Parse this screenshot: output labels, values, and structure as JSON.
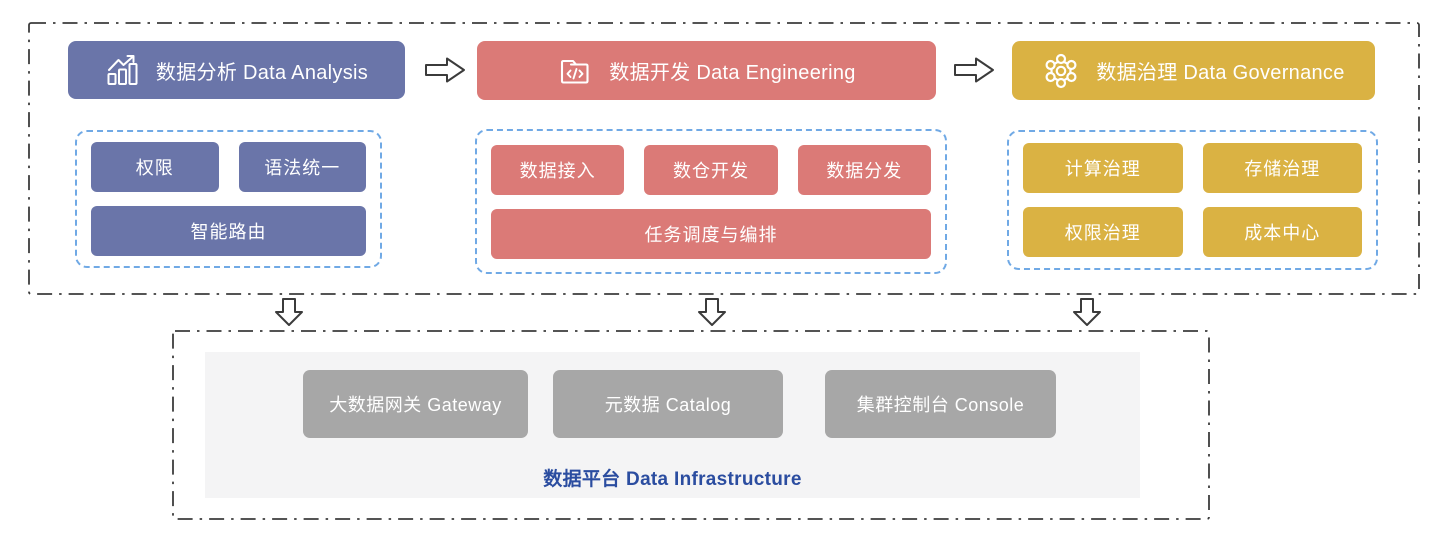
{
  "sections": {
    "analysis": {
      "title": "数据分析 Data Analysis",
      "color": "#6A75A9",
      "icon": "bar-chart-trend-icon",
      "items_row1": [
        "权限",
        "语法统一"
      ],
      "items_row2": [
        "智能路由"
      ]
    },
    "engineering": {
      "title": "数据开发 Data Engineering",
      "color": "#DB7A77",
      "icon": "code-folder-icon",
      "items_row1": [
        "数据接入",
        "数仓开发",
        "数据分发"
      ],
      "items_row2": [
        "任务调度与编排"
      ]
    },
    "governance": {
      "title": "数据治理 Data Governance",
      "color": "#DAB243",
      "icon": "gear-icon",
      "items_row1": [
        "计算治理",
        "存储治理"
      ],
      "items_row2": [
        "权限治理",
        "成本中心"
      ]
    }
  },
  "infrastructure": {
    "label": "数据平台 Data Infrastructure",
    "label_color": "#2B4DA0",
    "box_color": "#A7A7A7",
    "panel_bg": "#F4F4F5",
    "boxes": [
      "大数据网关 Gateway",
      "元数据 Catalog",
      "集群控制台 Console"
    ]
  },
  "icons": {
    "analysis_header": "bar-chart-trend-icon",
    "engineering_header": "code-folder-icon",
    "governance_header": "gear-icon",
    "module_flow": "arrow-right-icon",
    "to_platform": "arrow-down-icon"
  },
  "palette": {
    "group_dash_border": "#70A9E5",
    "container_dashdot_border": "#3C3C3C",
    "arrow_outline": "#3B3B3B"
  }
}
